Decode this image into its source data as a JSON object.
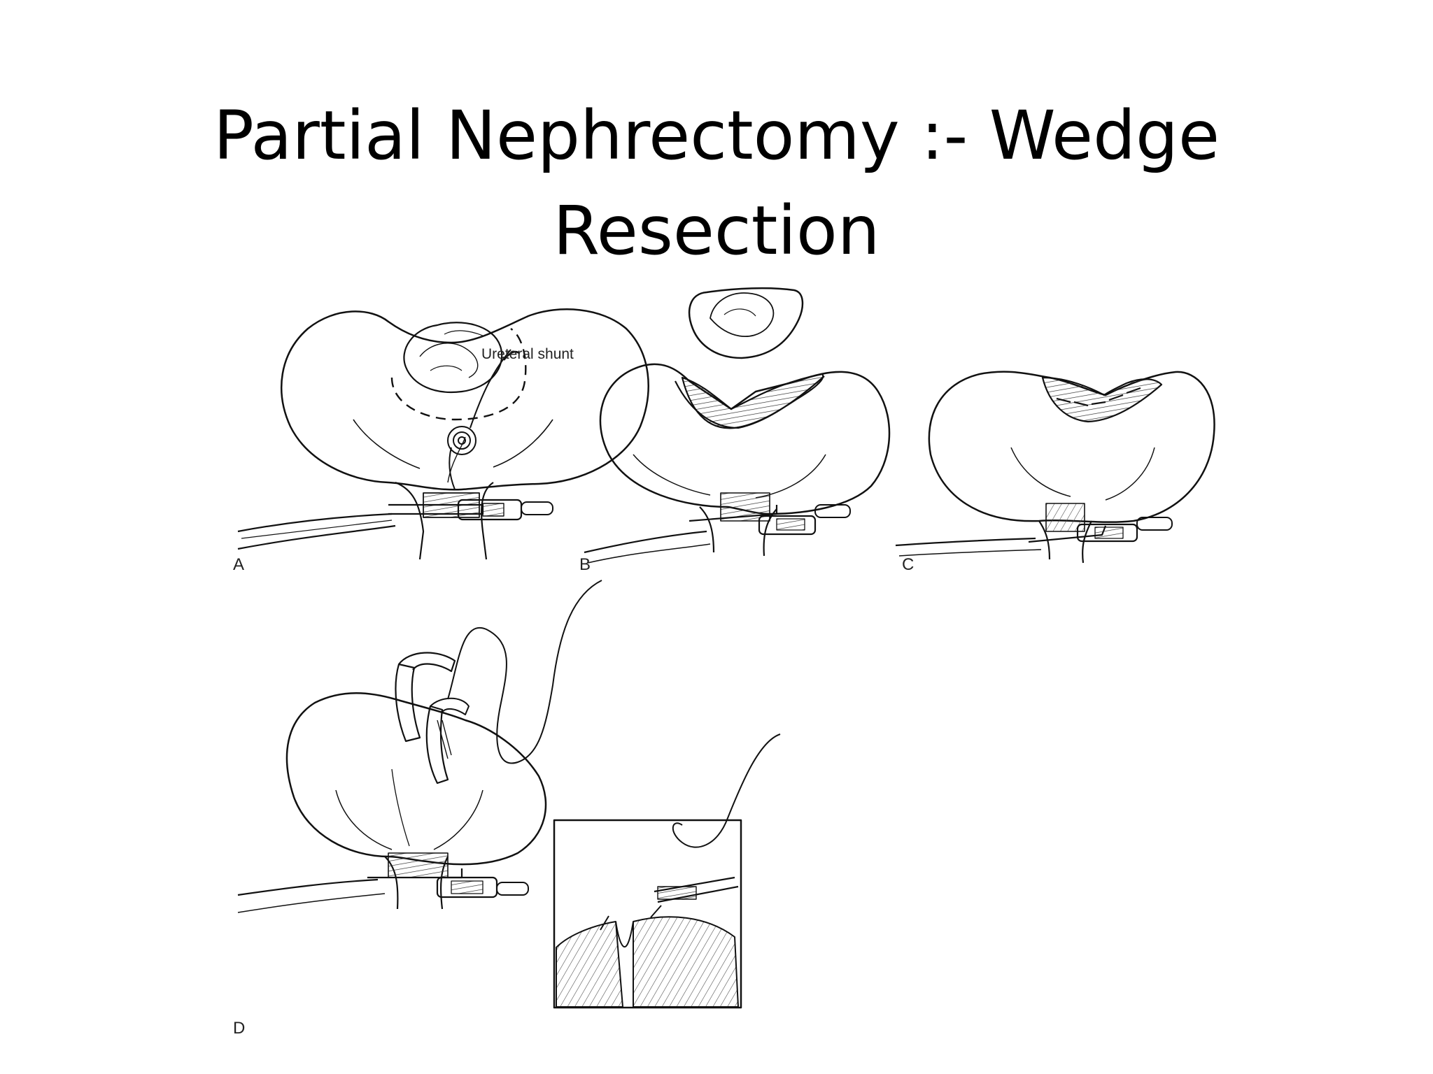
{
  "slide": {
    "title_line1": "Partial Nephrectomy :- Wedge",
    "title_line2": "Resection"
  },
  "figure": {
    "panels": [
      {
        "label": "A",
        "callout": "Ureteral shunt"
      },
      {
        "label": "B"
      },
      {
        "label": "C"
      },
      {
        "label": "D"
      }
    ]
  }
}
